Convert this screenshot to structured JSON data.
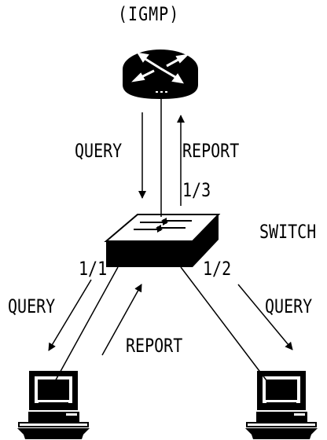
{
  "router": {
    "label": "(IGMP)"
  },
  "switch": {
    "label": "SWITCH"
  },
  "ports": {
    "uplink": "1/3",
    "left": "1/1",
    "right": "1/2"
  },
  "messages": {
    "query_down": "QUERY",
    "report_up": "REPORT",
    "query_left": "QUERY",
    "report_left": "REPORT",
    "query_right": "QUERY"
  },
  "colors": {
    "stroke": "#000000",
    "fill": "#000000",
    "background": "#ffffff"
  },
  "icons": [
    "router-icon",
    "switch-icon",
    "computer-icon"
  ]
}
